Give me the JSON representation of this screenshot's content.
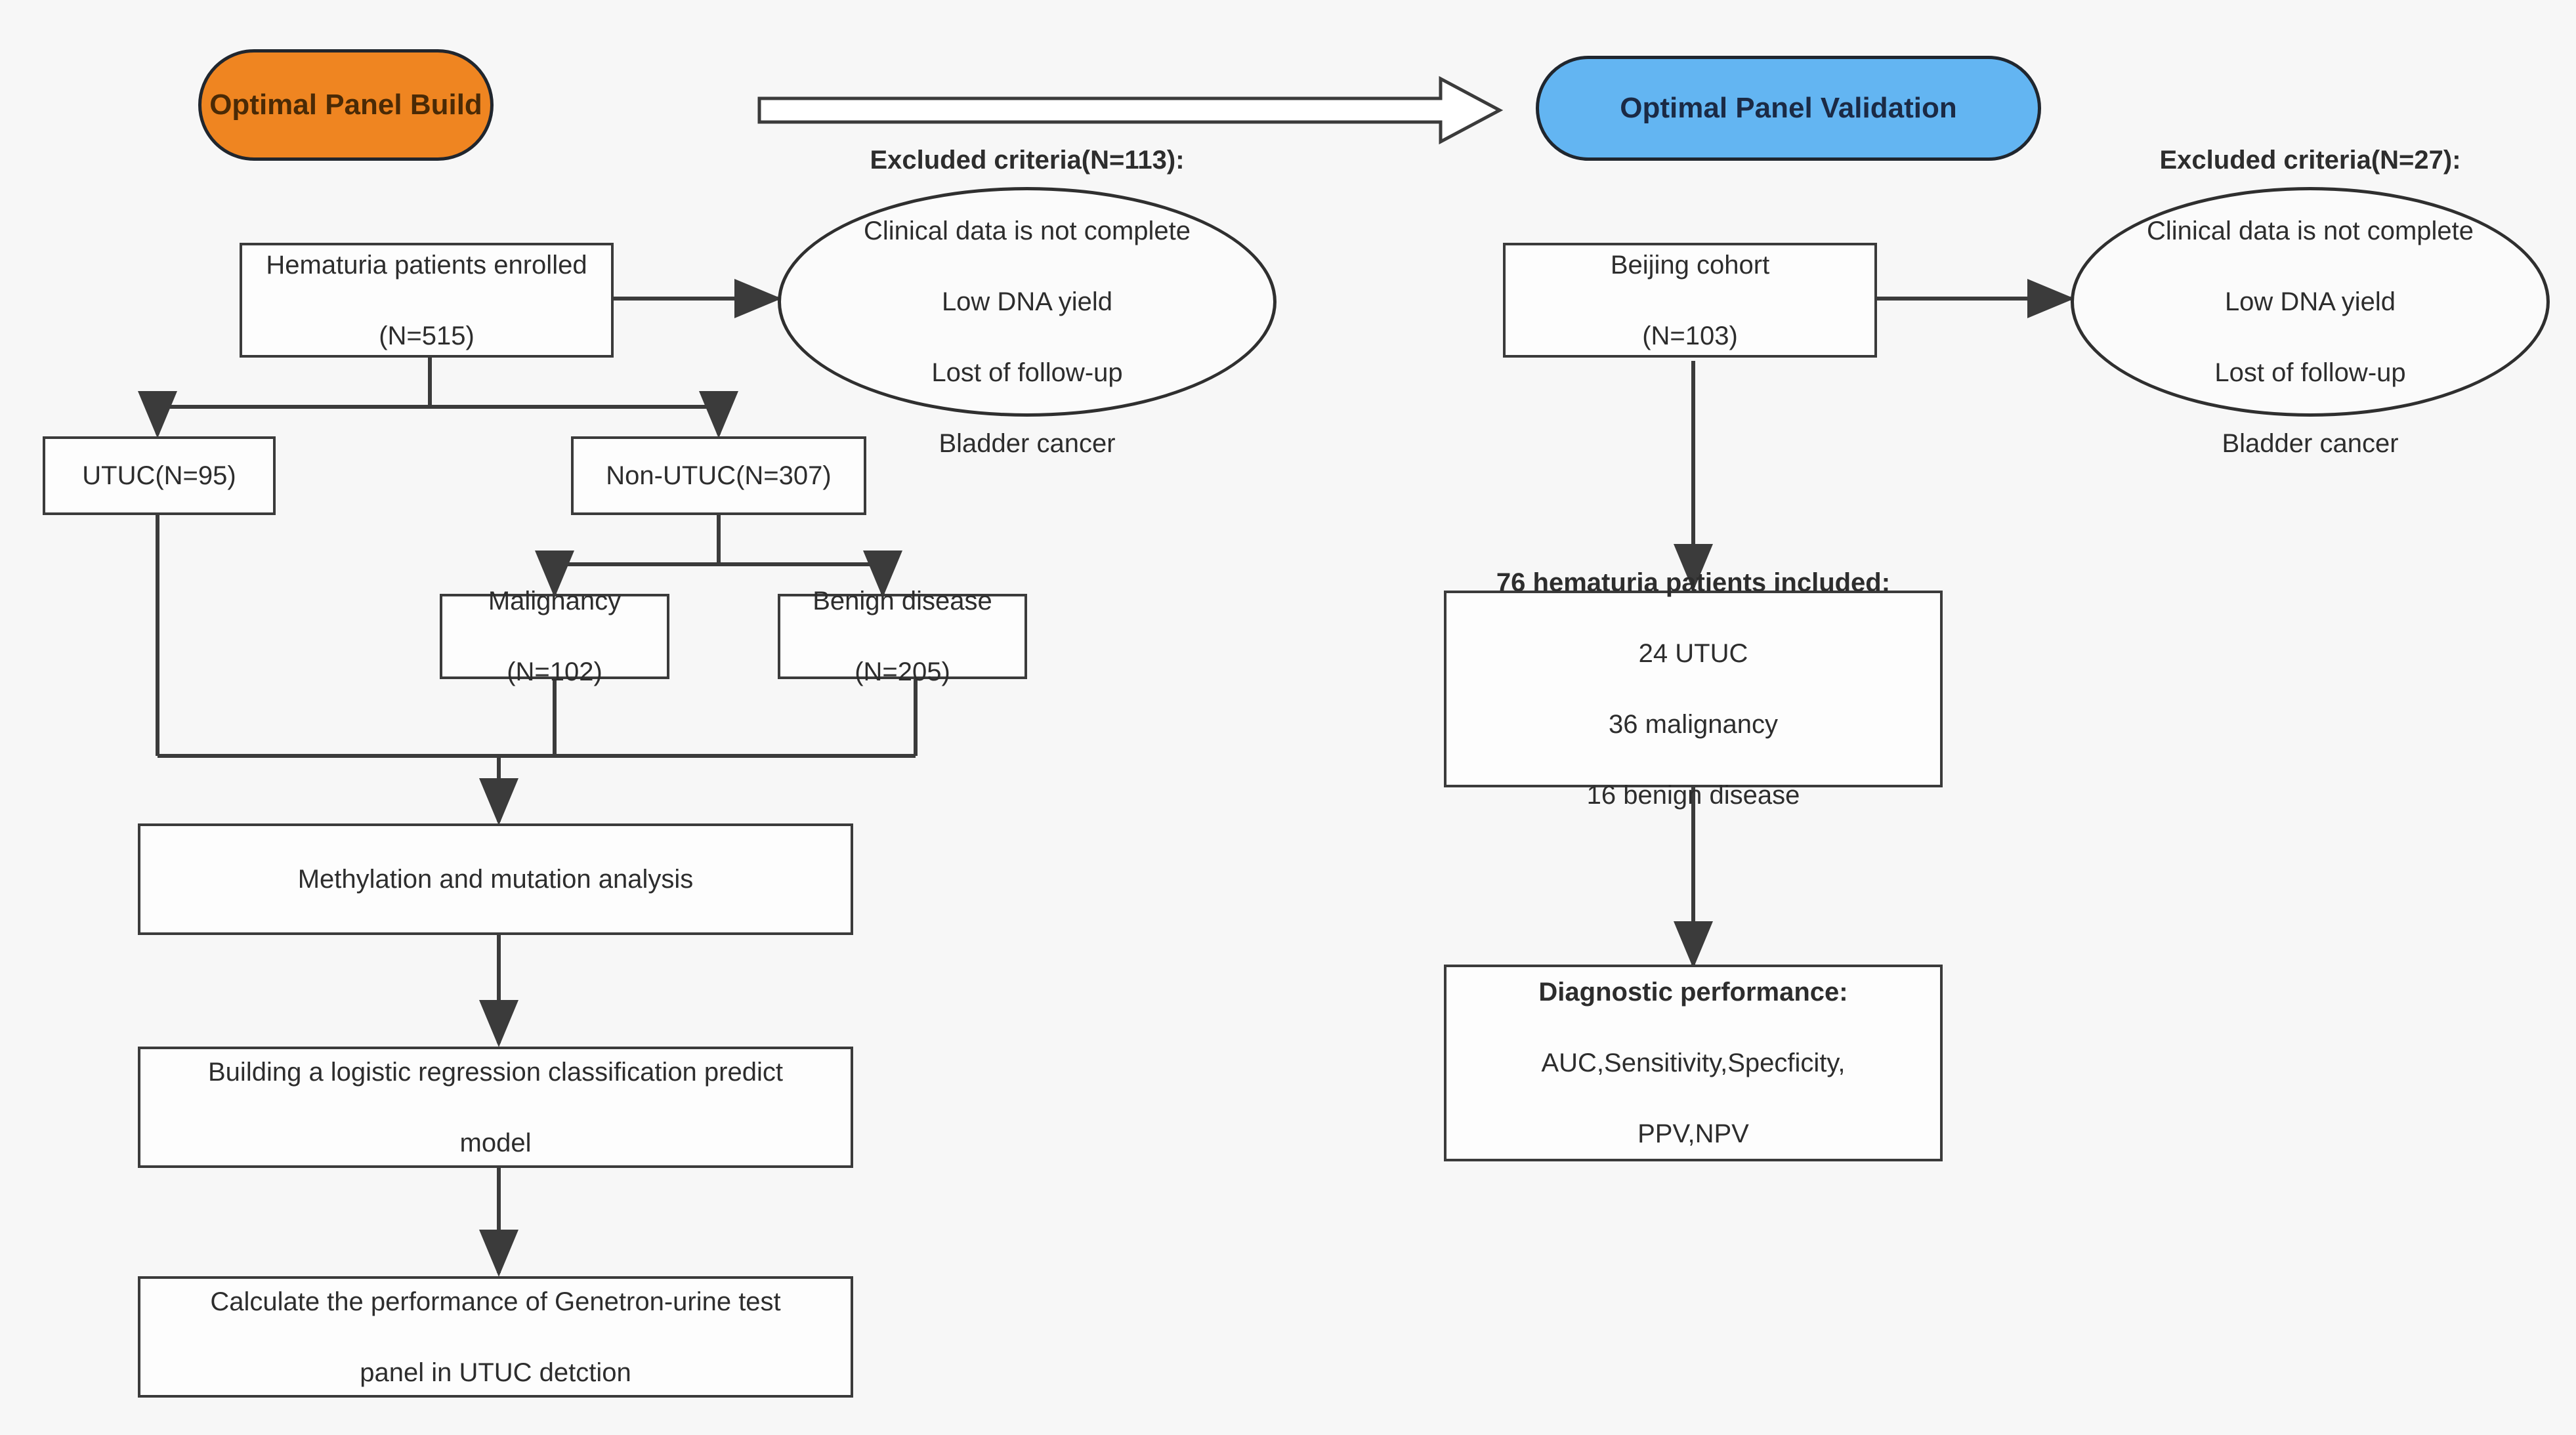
{
  "diagram": {
    "title": "Study flow diagram: optimal panel build and validation",
    "background_color": "#f7f7f7",
    "accent_colors": {
      "build_header": "#ef8521",
      "validation_header": "#63b5f2",
      "stroke": "#3b3b3b"
    }
  },
  "headers": {
    "build": "Optimal Panel Build",
    "validation": "Optimal Panel Validation"
  },
  "left_flow": {
    "enrolled": {
      "line1": "Hematuria patients enrolled",
      "line2": "(N=515)"
    },
    "excluded": {
      "lead": "Excluded criteria(N=113):",
      "items": [
        "Clinical data is not complete",
        "Low DNA yield",
        "Lost of follow-up",
        "Bladder cancer"
      ]
    },
    "utuc": "UTUC(N=95)",
    "non_utuc": "Non-UTUC(N=307)",
    "malignancy": {
      "line1": "Malignancy",
      "line2": "(N=102)"
    },
    "benign": {
      "line1": "Benign disease",
      "line2": "(N=205)"
    },
    "analysis": "Methylation and mutation analysis",
    "model": {
      "line1": "Building a logistic regression classification predict",
      "line2": "model"
    },
    "performance": {
      "line1": "Calculate the performance of Genetron-urine test",
      "line2": "panel in UTUC detction"
    }
  },
  "right_flow": {
    "cohort": {
      "line1": "Beijing cohort",
      "line2": "(N=103)"
    },
    "excluded": {
      "lead": "Excluded criteria(N=27):",
      "items": [
        "Clinical data is not complete",
        "Low DNA yield",
        "Lost of follow-up",
        "Bladder cancer"
      ]
    },
    "included": {
      "lead": "76 hematuria patients included:",
      "items": [
        "24 UTUC",
        "36 malignancy",
        "16 benign disease"
      ]
    },
    "diagnostic": {
      "lead": "Diagnostic performance:",
      "items": [
        "AUC,Sensitivity,Specficity,",
        "PPV,NPV"
      ]
    }
  }
}
